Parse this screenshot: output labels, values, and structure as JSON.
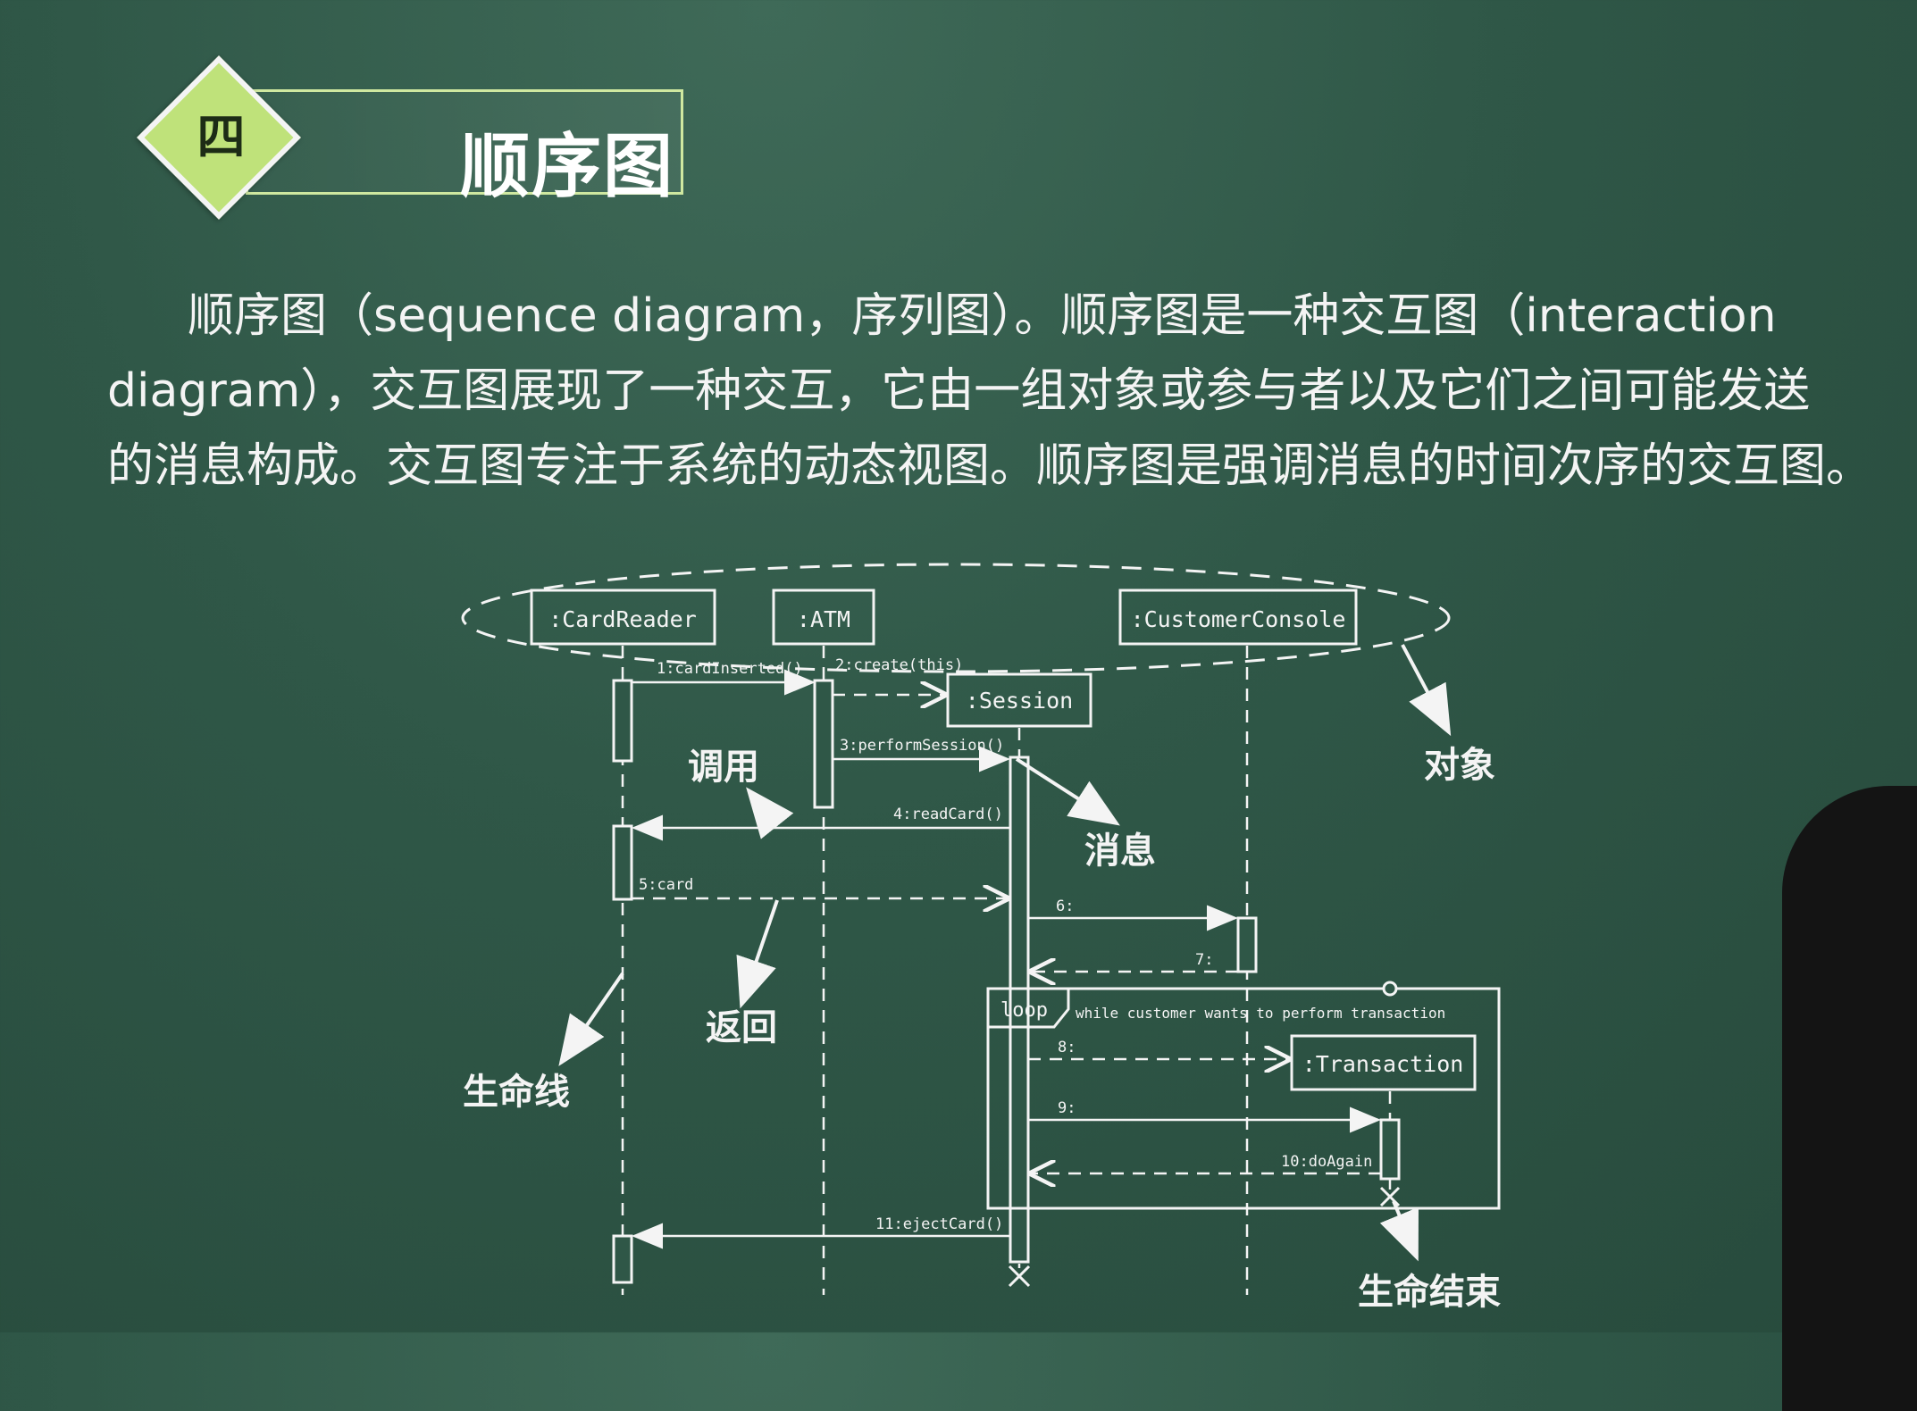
{
  "badge": {
    "number": "四",
    "title": "顺序图"
  },
  "paragraph": {
    "line1": "顺序图（sequence diagram，序列图）。顺序图是一种交互图（interaction",
    "line2": "diagram），交互图展现了一种交互，它由一组对象或参与者以及它们之间可能发送",
    "line3": "的消息构成。交互图专注于系统的动态视图。顺序图是强调消息的时间次序的交互图。"
  },
  "diagram": {
    "objects": {
      "card_reader": ":CardReader",
      "atm": ":ATM",
      "customer_console": ":CustomerConsole",
      "session": ":Session",
      "transaction": ":Transaction"
    },
    "messages": {
      "m1": "1:cardInserted()",
      "m2": "2:create(this)",
      "m3": "3:performSession()",
      "m4": "4:readCard()",
      "m5": "5:card",
      "m6": "6:",
      "m7": "7:",
      "m8": "8:",
      "m9": "9:",
      "m10": "10:doAgain",
      "m11": "11:ejectCard()"
    },
    "loop": {
      "label": "loop",
      "guard": "while customer wants to perform transaction"
    },
    "annotations": {
      "objects": "对象",
      "call": "调用",
      "message": "消息",
      "return": "返回",
      "lifeline": "生命线",
      "end_of_life": "生命结束"
    }
  }
}
